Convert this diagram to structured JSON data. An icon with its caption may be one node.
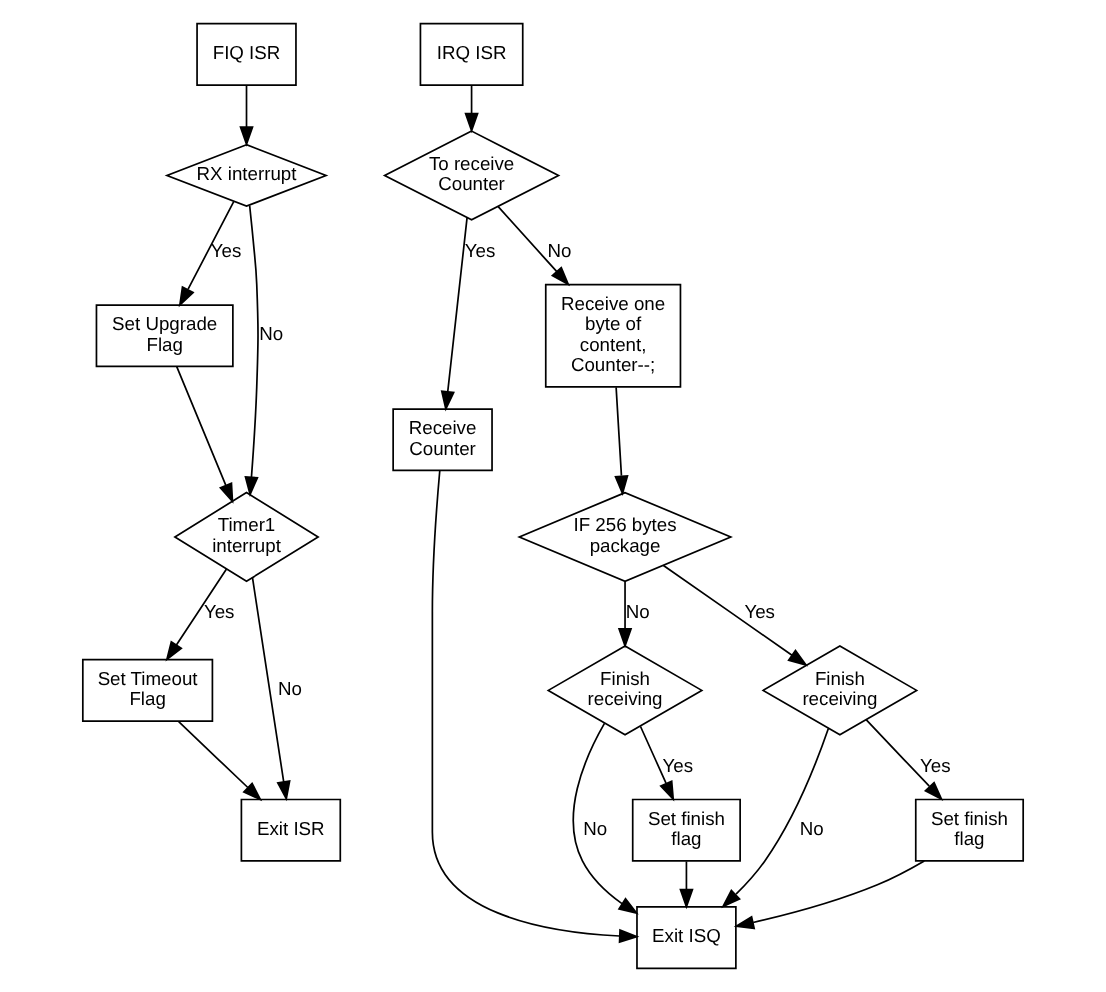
{
  "diagram": {
    "nodes": [
      {
        "text": [
          "FIQ ISR"
        ]
      },
      {
        "text": [
          "RX interrupt"
        ]
      },
      {
        "text": [
          "Set Upgrade Flag"
        ]
      },
      {
        "text": [
          "Timer1 interrupt"
        ]
      },
      {
        "text": [
          "Set Timeout Flag"
        ]
      },
      {
        "text": [
          "Exit ISR"
        ]
      },
      {
        "text": [
          "IRQ ISR"
        ]
      },
      {
        "text": [
          "To receive Counter"
        ]
      },
      {
        "text": [
          "Receive Counter"
        ]
      },
      {
        "text": [
          "Exit ISQ"
        ]
      },
      {
        "text": [
          "Receive one byte of content, Counter--;"
        ]
      },
      {
        "text": [
          "IF 256 bytes package"
        ]
      },
      {
        "text": [
          "Finish receiving"
        ]
      },
      {
        "text": [
          "Set finish flag"
        ]
      },
      {
        "text": [
          "Finish receiving"
        ]
      },
      {
        "text": [
          "Set finish flag"
        ]
      }
    ],
    "edges": [
      {
        "from": 0,
        "to": 1,
        "arrow": "to"
      },
      {
        "from": 1,
        "to": 2,
        "arrow": "to",
        "label": "Yes"
      },
      {
        "from": 1,
        "to": 3,
        "arrow": "to",
        "label": "No"
      },
      {
        "from": 2,
        "to": 3,
        "arrow": "to"
      },
      {
        "from": 3,
        "to": 4,
        "arrow": "to",
        "label": "Yes"
      },
      {
        "from": 3,
        "to": 5,
        "arrow": "to",
        "label": "No"
      },
      {
        "from": 4,
        "to": 5,
        "arrow": "to"
      },
      {
        "from": 6,
        "to": 7,
        "arrow": "to"
      },
      {
        "from": 7,
        "to": 8,
        "arrow": "to",
        "label": "Yes"
      },
      {
        "from": 7,
        "to": 10,
        "arrow": "to",
        "label": "No"
      },
      {
        "from": 8,
        "to": 9,
        "arrow": "to"
      },
      {
        "from": 10,
        "to": 11,
        "arrow": "to"
      },
      {
        "from": 11,
        "to": 14,
        "arrow": "to",
        "label": "Yes"
      },
      {
        "from": 11,
        "to": 12,
        "arrow": "to",
        "label": "No"
      },
      {
        "from": 12,
        "to": 9,
        "arrow": "to",
        "label": "No"
      },
      {
        "from": 12,
        "to": 13,
        "arrow": "to",
        "label": "Yes"
      },
      {
        "from": 13,
        "to": 9,
        "arrow": "to"
      },
      {
        "from": 14,
        "to": 15,
        "arrow": "to",
        "label": "Yes"
      },
      {
        "from": 14,
        "to": 9,
        "arrow": "to",
        "label": "No"
      },
      {
        "from": 15,
        "to": 9,
        "arrow": "to"
      }
    ]
  }
}
